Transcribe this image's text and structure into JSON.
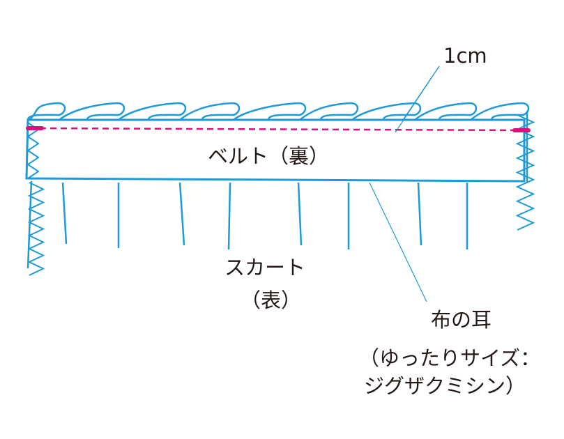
{
  "labels": {
    "measure": "1cm",
    "belt": "ベルト（裏）",
    "skirt": "スカート",
    "skirt_side": "（表）",
    "selvage": "布の耳",
    "selvage_note_1": "（ゆったりサイズ：",
    "selvage_note_2": "ジグザクミシン）"
  },
  "colors": {
    "line": "#1e9ad6",
    "stitch": "#d4137d",
    "text": "#231815"
  }
}
